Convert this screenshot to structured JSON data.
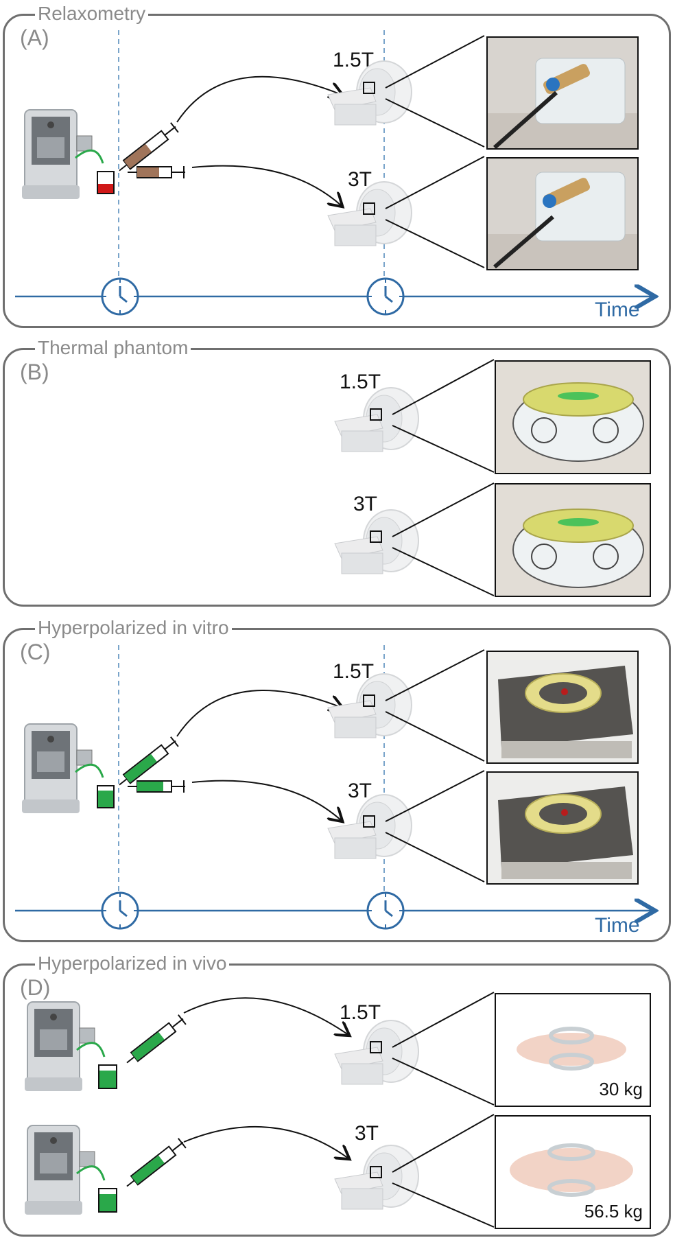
{
  "panels": [
    {
      "title": "Relaxometry",
      "letter": "(A)"
    },
    {
      "title": "Thermal phantom",
      "letter": "(B)"
    },
    {
      "title": "Hyperpolarized in vitro",
      "letter": "(C)"
    },
    {
      "title": "Hyperpolarized in vivo",
      "letter": "(D)"
    }
  ],
  "fields": {
    "low": "1.5T",
    "high": "3T"
  },
  "time_label": "Time",
  "weights": {
    "low": "30 kg",
    "high": "56.5 kg"
  },
  "colors": {
    "panel_border": "#6f6f6f",
    "title_gray": "#8a8a8a",
    "timeline_blue": "#2f6aa4",
    "tracer_green": "#2aa84a",
    "sample_red": "#d01818",
    "syringe_brown": "#a0745a"
  }
}
